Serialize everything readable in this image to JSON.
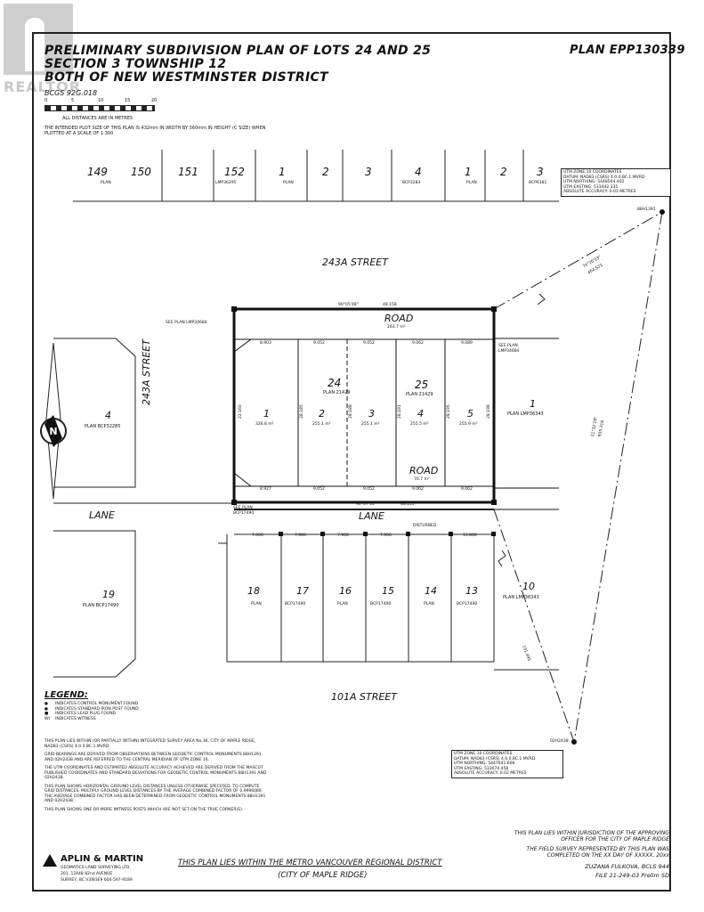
{
  "watermark": "REALTOR",
  "header": {
    "title_lines": [
      "PRELIMINARY SUBDIVISION PLAN OF LOTS 24 AND 25",
      "SECTION 3 TOWNSHIP 12",
      "BOTH OF NEW WESTMINSTER DISTRICT"
    ],
    "plan_number": "PLAN EPP130339",
    "bcgs": "BCGS 92G.018",
    "scale_ticks": [
      "0",
      "5",
      "10",
      "15",
      "20"
    ],
    "distances_note": "ALL DISTANCES ARE IN METRES",
    "plot_note": "THE INTENDED PLOT SIZE OF THIS PLAN IS 432mm IN WIDTH BY 560mm IN HEIGHT (C SIZE) WHEN PLOTTED AT A SCALE OF 1:300"
  },
  "top_lots": [
    {
      "num": "149",
      "plan": "PLAN"
    },
    {
      "num": "150",
      "plan": ""
    },
    {
      "num": "151",
      "plan": ""
    },
    {
      "num": "152",
      "plan": "LMP36295"
    },
    {
      "num": "1",
      "plan": "PLAN"
    },
    {
      "num": "2",
      "plan": ""
    },
    {
      "num": "3",
      "plan": ""
    },
    {
      "num": "4",
      "plan": "BCP3283"
    },
    {
      "num": "1",
      "plan": "PLAN"
    },
    {
      "num": "2",
      "plan": ""
    },
    {
      "num": "3",
      "plan": "BCP6181"
    }
  ],
  "utm_top": [
    "UTM ZONE 10 COORDINATES",
    "DATUM: NAD83 (CSRS) 4.0.0.BC.1.MVRD",
    "UTM NORTHING: 5448504.402",
    "UTM EASTING: 533442.335",
    "ABSOLUTE ACCURACY: 0.03 METRES"
  ],
  "utm_bottom": [
    "UTM ZONE 10 COORDINATES",
    "DATUM: NAD83 (CSRS) 4.0.0.BC.1.MVRD",
    "UTM NORTHING: 5447641.606",
    "UTM EASTING: 533074.458",
    "ABSOLUTE ACCURACY: 0.02 METRES"
  ],
  "monuments": {
    "top": "88H1391",
    "bottom": "02H2438"
  },
  "streets": {
    "top": "243A STREET",
    "left": "243A STREET",
    "bottom": "101A STREET",
    "lane_left": "LANE",
    "lane_main": "LANE"
  },
  "road_top": {
    "label": "ROAD",
    "area": "263.7 m²"
  },
  "road_bottom": {
    "label": "ROAD",
    "area": "76.7 m²"
  },
  "subject_lots": [
    {
      "num": "1",
      "area": "326.8 m²"
    },
    {
      "num": "2",
      "area": "255.1 m²"
    },
    {
      "num": "3",
      "area": "255.1 m²"
    },
    {
      "num": "4",
      "area": "255.5 m²"
    },
    {
      "num": "5",
      "area": "255.9 m²"
    }
  ],
  "old_lots": [
    {
      "num": "24",
      "plan": "PLAN 21429"
    },
    {
      "num": "25",
      "plan": "PLAN 21429"
    }
  ],
  "top_bearing": "90°05'48\"",
  "top_distance": "48.158",
  "bottom_bearing": "90°07'05\"",
  "bottom_distance": "48.155",
  "frontages_top": [
    "8.903",
    "9.052",
    "9.052",
    "9.062",
    "9.089"
  ],
  "frontages_bottom": [
    "8.927",
    "9.052",
    "9.052",
    "9.062",
    "9.062"
  ],
  "lot_depths": [
    "22.160",
    "28.185",
    "28.188",
    "28.191",
    "28.195",
    "28.198"
  ],
  "right_lot": {
    "num": "1",
    "plan": "PLAN LMP36343"
  },
  "left_lot": {
    "num": "4",
    "plan": "PLAN BCP32285"
  },
  "left_lot_bottom": {
    "num": "19",
    "plan": "PLAN BCP17490"
  },
  "south_lots": [
    {
      "num": "18",
      "plan": "PLAN",
      "width": "7.000"
    },
    {
      "num": "17",
      "plan": "BCP17490",
      "width": "7.900"
    },
    {
      "num": "16",
      "plan": "PLAN",
      "width": "7.900"
    },
    {
      "num": "15",
      "plan": "BCP17490",
      "width": "7.900"
    },
    {
      "num": "14",
      "plan": "PLAN",
      "width": ""
    },
    {
      "num": "13",
      "plan": "BCP17490",
      "width": "15.800"
    }
  ],
  "lot10": {
    "num": "10",
    "plan": "PLAN LMP36343"
  },
  "see_notes": {
    "see_top_left": "SEE PLAN LMP34684",
    "see_right": "SEE PLAN LMP34684",
    "see_bottom_left": "SEE PLAN BCP17490",
    "disturbed": "DISTURBED"
  },
  "tie_lines": {
    "top": "74°26'03\"",
    "top_dist": "464.521",
    "right": "21°32'19\"",
    "right_dist": "935.316",
    "lower": "101.495"
  },
  "legend": {
    "title": "LEGEND:",
    "items": [
      "INDICATES CONTROL MONUMENT FOUND",
      "INDICATES STANDARD IRON POST FOUND",
      "INDICATES LEAD PLUG FOUND",
      "INDICATES WITNESS"
    ],
    "symbols": [
      "●",
      "●",
      "■",
      "Wt"
    ]
  },
  "notes": [
    "THIS PLAN LIES WITHIN (OR PARTIALLY WITHIN) INTEGRATED SURVEY AREA No.36, CITY OF MAPLE RIDGE, NAD83 (CSRS) 4.0.0.BC.1.MVRD",
    "GRID BEARINGS ARE DERIVED FROM OBSERVATIONS BETWEEN GEODETIC CONTROL MONUMENTS 88H1391 AND 02H2438 AND ARE REFERRED TO THE CENTRAL MERIDIAN OF UTM ZONE 10.",
    "THE UTM COORDINATES AND ESTIMATED ABSOLUTE ACCURACY ACHIEVED ARE DERIVED FROM THE MASCOT PUBLISHED COORDINATES AND STANDARD DEVIATIONS FOR GEODETIC CONTROL MONUMENTS 88H1391 AND 02H2438.",
    "THIS PLAN SHOWS HORIZONTAL GROUND LEVEL DISTANCES UNLESS OTHERWISE SPECIFIED. TO COMPUTE GRID DISTANCES, MULTIPLY GROUND LEVEL DISTANCES BY THE AVERAGE COMBINED FACTOR OF 0.9996089. THE AVERAGE COMBINED FACTOR HAS BEEN DETERMINED FROM GEODETIC CONTROL MONUMENTS 88H1391 AND 02H2438.",
    "THIS PLAN SHOWS ONE OR MORE WITNESS POSTS WHICH ARE NOT SET ON THE TRUE CORNER(S)."
  ],
  "footer": {
    "company": "APLIN & MARTIN",
    "company_sub": "GEOMATICS LAND SURVEYING LTD.",
    "address1": "201, 12448 82nd AVENUE",
    "address2": "SURREY, BC  V3W3E9   604-597-9189",
    "regional": "THIS PLAN LIES WITHIN THE METRO VANCOUVER REGIONAL DISTRICT",
    "city": "(CITY OF MAPLE RIDGE)",
    "jurisdiction": "THIS PLAN LIES WITHIN JURISDICTION OF THE APPROVING OFFICER FOR THE CITY OF MAPLE RIDGE",
    "survey": "THE FIELD SURVEY REPRESENTED BY THIS PLAN WAS COMPLETED ON THE XX DAY OF XXXXX, 20xx",
    "surveyor": "ZUZANA FULKOVA, BCLS 944",
    "file": "FILE  21-249-03 Prelim SD"
  }
}
